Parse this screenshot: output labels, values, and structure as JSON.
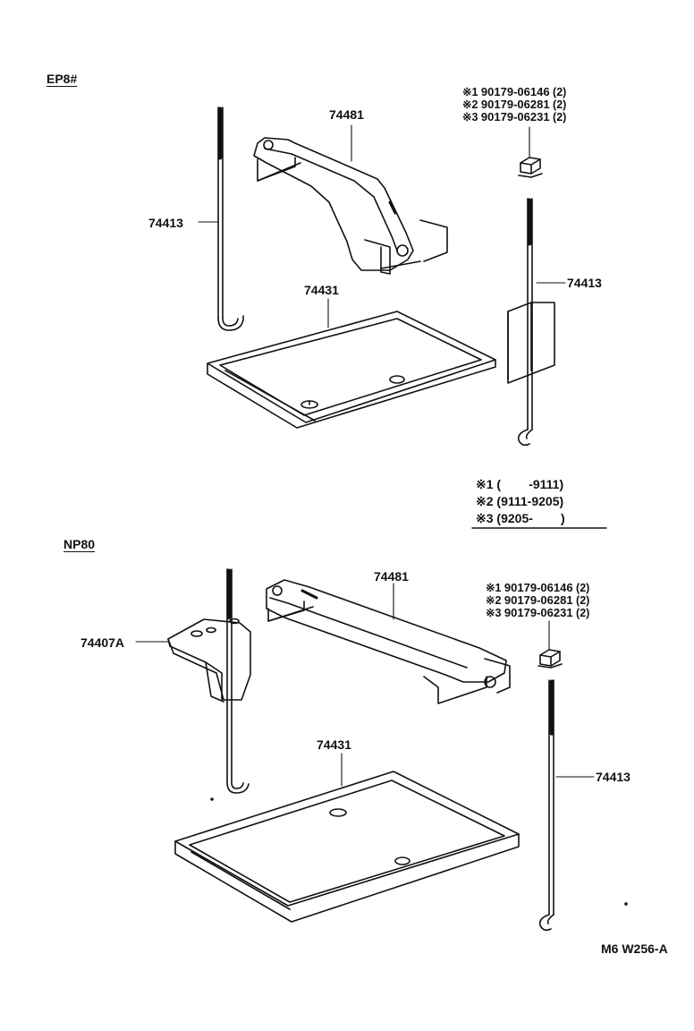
{
  "sections": [
    {
      "id": "ep8",
      "label": "EP8#",
      "parts": {
        "rod_left": "74413",
        "hold_down": "74481",
        "tray": "74431",
        "rod_right": "74413"
      },
      "fasteners": [
        {
          "mark": "※1",
          "part_no": "90179-06146",
          "qty": "(2)"
        },
        {
          "mark": "※2",
          "part_no": "90179-06281",
          "qty": "(2)"
        },
        {
          "mark": "※3",
          "part_no": "90179-06231",
          "qty": "(2)"
        }
      ]
    },
    {
      "id": "np80",
      "label": "NP80",
      "parts": {
        "bracket": "74407A",
        "hold_down": "74481",
        "tray": "74431",
        "rod_right": "74413"
      },
      "fasteners": [
        {
          "mark": "※1",
          "part_no": "90179-06146",
          "qty": "(2)"
        },
        {
          "mark": "※2",
          "part_no": "90179-06281",
          "qty": "(2)"
        },
        {
          "mark": "※3",
          "part_no": "90179-06231",
          "qty": "(2)"
        }
      ]
    }
  ],
  "legend": [
    {
      "mark": "※1",
      "range": "(        -9111)"
    },
    {
      "mark": "※2",
      "range": "(9111-9205)"
    },
    {
      "mark": "※3",
      "range": "(9205-        )"
    }
  ],
  "drawing_code": "M6 W256-A"
}
